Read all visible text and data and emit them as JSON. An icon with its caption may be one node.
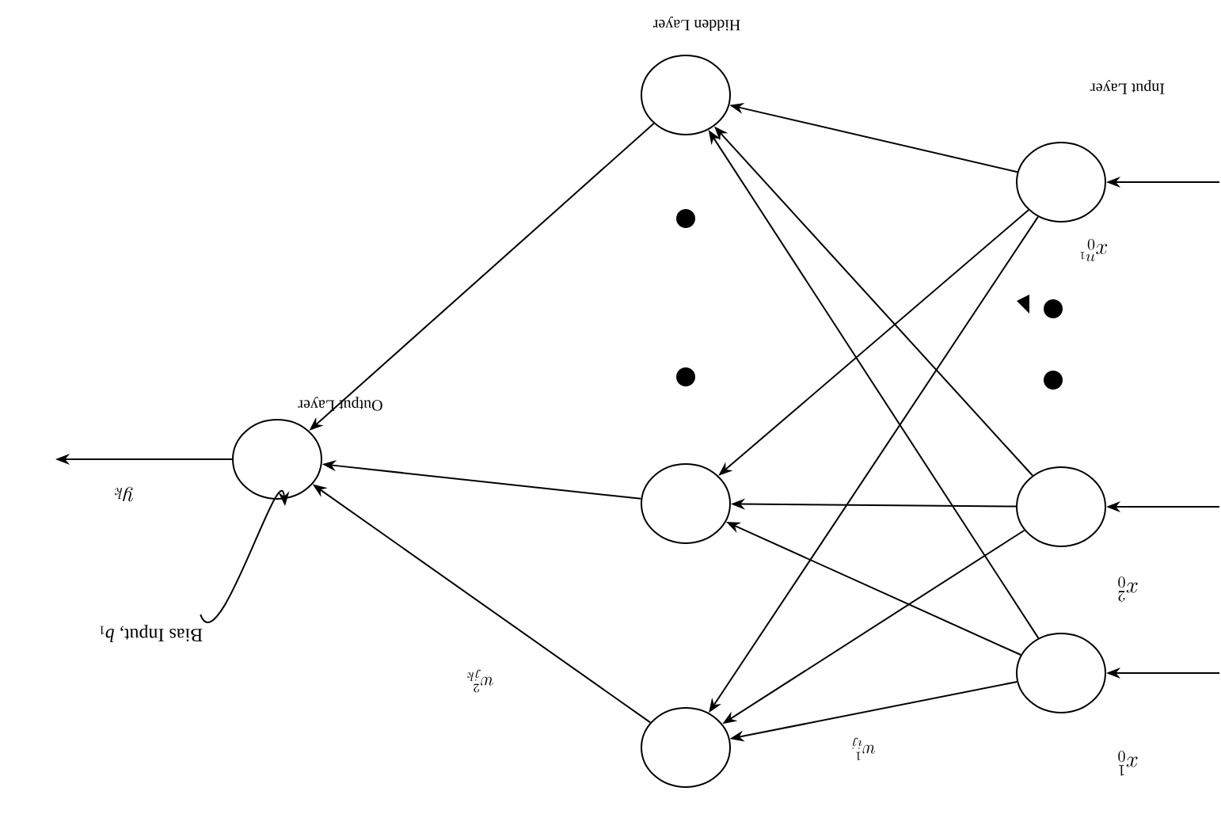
{
  "diagram": {
    "nodes": [
      {
        "text": [],
        "shape": "circle"
      },
      {
        "text": [],
        "shape": "circle"
      },
      {
        "text": [],
        "shape": "circle"
      },
      {
        "text": [],
        "shape": "circle"
      },
      {
        "text": [],
        "shape": "circle"
      },
      {
        "text": [],
        "shape": "circle"
      },
      {
        "text": [],
        "shape": "circle"
      },
      {
        "text": [
          "Bias Input, *b*$_{1}$"
        ]
      }
    ],
    "edges": [
      {
        "from": null,
        "to": 0,
        "arrow": "to",
        "label": "x_0^{n_1}"
      },
      {
        "from": null,
        "to": 1,
        "arrow": "to",
        "label": "x_0^2"
      },
      {
        "from": null,
        "to": 2,
        "arrow": "to",
        "label": "x_0^1"
      },
      {
        "from": 0,
        "to": 3,
        "arrow": "to"
      },
      {
        "from": 0,
        "to": 4,
        "arrow": "to"
      },
      {
        "from": 0,
        "to": 5,
        "arrow": "to"
      },
      {
        "from": 1,
        "to": 3,
        "arrow": "to"
      },
      {
        "from": 1,
        "to": 4,
        "arrow": "to"
      },
      {
        "from": 1,
        "to": 5,
        "arrow": "to"
      },
      {
        "from": 2,
        "to": 3,
        "arrow": "to"
      },
      {
        "from": 2,
        "to": 4,
        "arrow": "to"
      },
      {
        "from": 2,
        "to": 5,
        "arrow": "to"
      },
      {
        "from": 3,
        "to": 6,
        "arrow": "to"
      },
      {
        "from": 4,
        "to": 6,
        "arrow": "to"
      },
      {
        "from": 5,
        "to": 6,
        "arrow": "to"
      },
      {
        "from": 6,
        "to": null,
        "arrow": "to",
        "label": "y_k"
      },
      {
        "from": 7,
        "to": 6,
        "arrow": "to"
      }
    ],
    "labels": [
      "Hidden Layer",
      "Input Layer",
      "Output Layer",
      "w^1_{ij}",
      "w^2_{jk}"
    ]
  }
}
